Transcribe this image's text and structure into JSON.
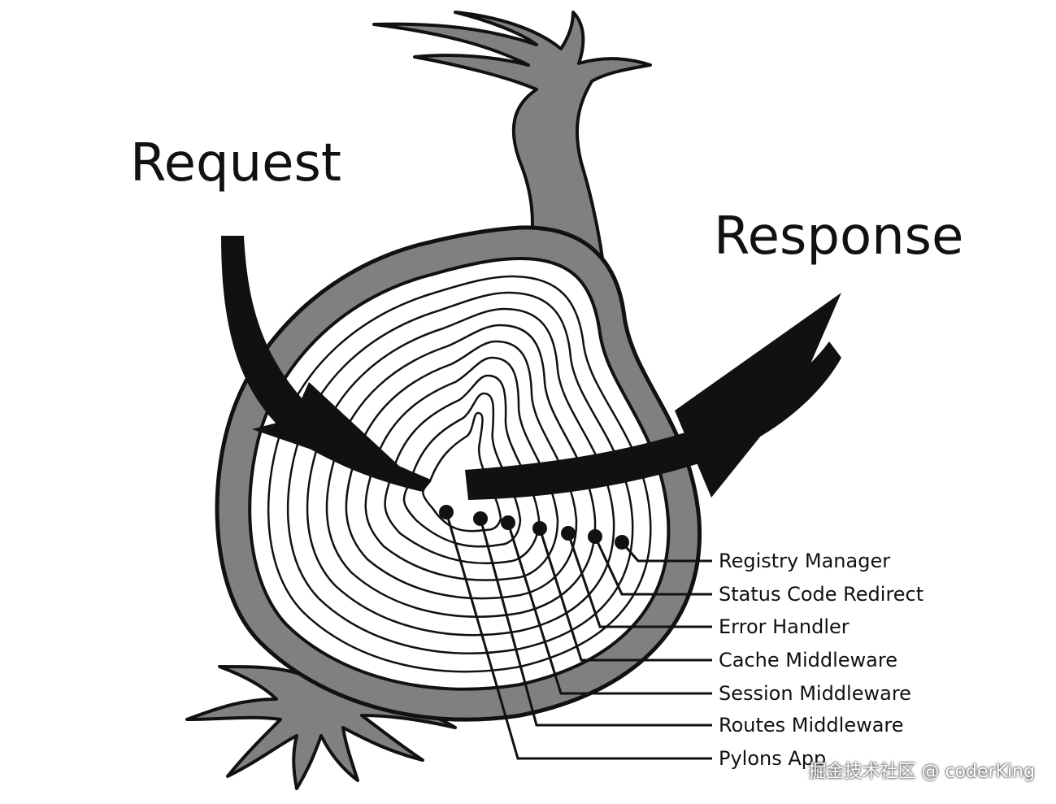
{
  "diagram": {
    "request_label": "Request",
    "response_label": "Response",
    "layers": [
      "Registry Manager",
      "Status Code Redirect",
      "Error Handler",
      "Cache Middleware",
      "Session Middleware",
      "Routes Middleware",
      "Pylons App"
    ]
  },
  "watermark": "掘金技术社区 @ coderKing",
  "colors": {
    "skin": "#808080",
    "ink": "#111111",
    "flesh": "#ffffff"
  }
}
